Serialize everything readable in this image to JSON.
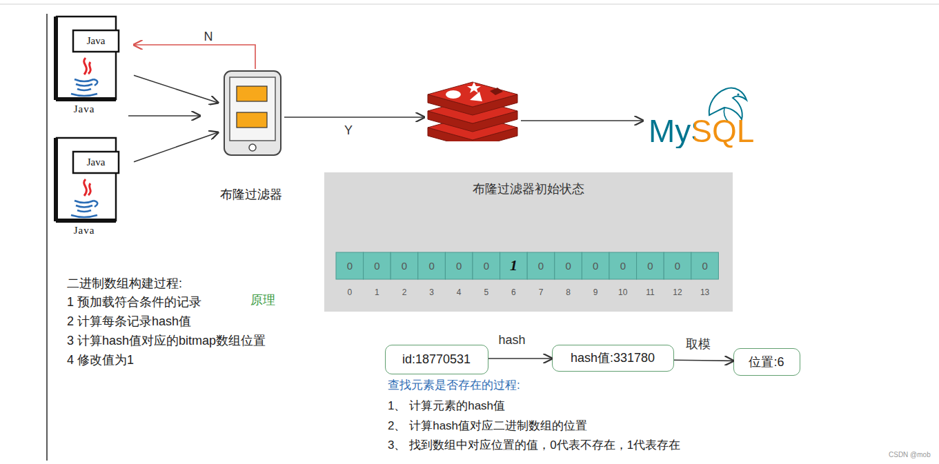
{
  "diagram": {
    "nodes": [
      {
        "text": [
          "Java",
          "Java"
        ]
      },
      {
        "text": [
          "布隆过滤器"
        ]
      },
      {
        "text": []
      },
      {
        "text": [
          "MySQL"
        ]
      },
      {
        "text": [
          "Java",
          "Java"
        ]
      },
      {
        "text": [
          "布隆过滤器初始状态"
        ]
      },
      {
        "text": [
          "id:18770531"
        ]
      },
      {
        "text": [
          "hash值:331780"
        ]
      },
      {
        "text": [
          "位置:6"
        ]
      }
    ],
    "edges": [
      {
        "from": 0,
        "to": 1,
        "arrow": "to"
      },
      {
        "from": 4,
        "to": 1,
        "arrow": "to"
      },
      {
        "from": 1,
        "to": 0,
        "label": "N",
        "arrow": "to"
      },
      {
        "from": 1,
        "to": 2,
        "label": "Y",
        "arrow": "to"
      },
      {
        "from": 2,
        "to": 3,
        "arrow": "to"
      },
      {
        "from": 6,
        "to": 7,
        "label": "hash",
        "arrow": "to"
      },
      {
        "from": 7,
        "to": 8,
        "label": "取模",
        "arrow": "to"
      }
    ],
    "labels": [
      "0",
      "0",
      "0",
      "0",
      "0",
      "0",
      "1",
      "0",
      "0",
      "0",
      "0",
      "0",
      "0",
      "0",
      "0",
      "1",
      "2",
      "3",
      "4",
      "5",
      "6",
      "7",
      "8",
      "9",
      "10",
      "11",
      "12",
      "13",
      "二进制数组构建过程:",
      "1 预加载符合条件的记录",
      "原理",
      "2 计算每条记录hash值",
      "3 计算hash值对应的bitmap数组位置",
      "4 修改值为1",
      "查找元素是否存在的过程:",
      "1、 计算元素的hash值",
      "2、 计算hash值对应二进制数组的位置",
      "3、 找到数组中对应位置的值，0代表不存在，1代表存在",
      "CSDN @mob"
    ]
  }
}
